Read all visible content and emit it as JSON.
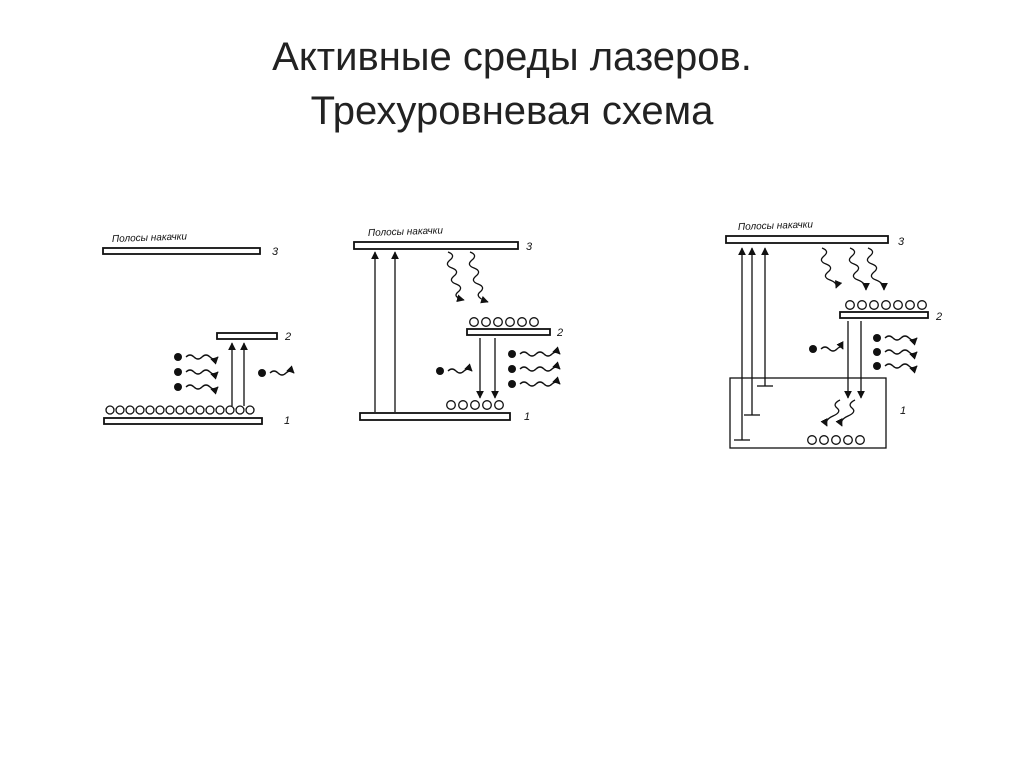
{
  "title": {
    "line1": "Активные среды лазеров.",
    "line2": "Трехуровневая схема"
  },
  "diagram": {
    "band_label": "Полосы накачки",
    "levels": [
      "1",
      "2",
      "3"
    ]
  }
}
